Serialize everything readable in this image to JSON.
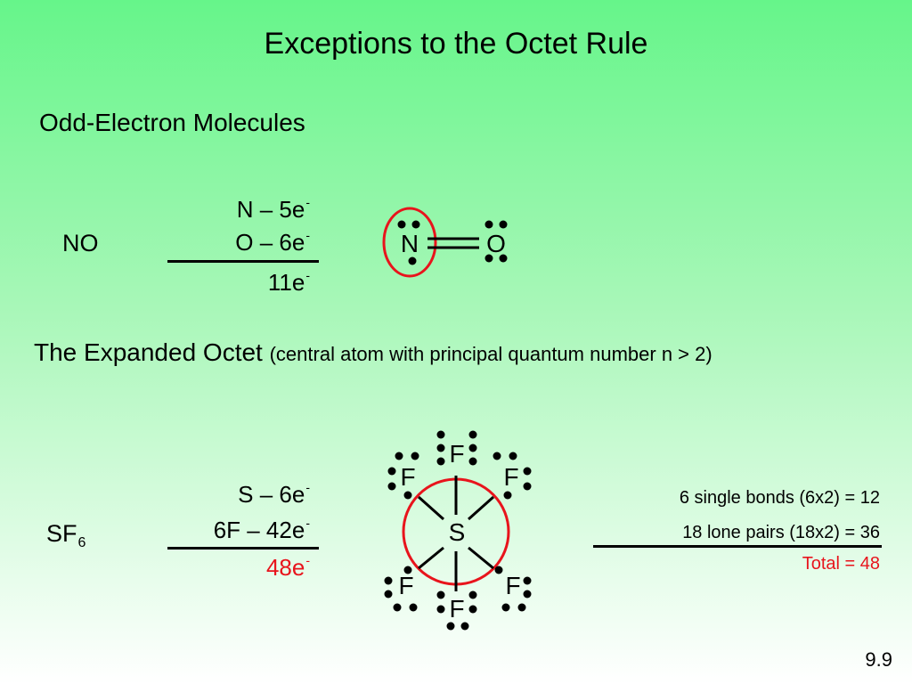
{
  "slide": {
    "title": "Exceptions to the Octet Rule",
    "page_number": "9.9"
  },
  "section1": {
    "heading": "Odd-Electron Molecules",
    "molecule": "NO",
    "calc": {
      "line1": "N – 5e",
      "line2": "O – 6e",
      "total": "11e",
      "electron_sup": "-"
    },
    "lewis": {
      "atom1": "N",
      "atom2": "O"
    }
  },
  "section2": {
    "heading": "The Expanded Octet",
    "note": "(central atom with principal quantum number n > 2)",
    "molecule_base": "SF",
    "molecule_sub": "6",
    "calc": {
      "line1": "S – 6e",
      "line2": "6F – 42e",
      "total": "48e",
      "electron_sup": "-"
    },
    "lewis": {
      "central": "S",
      "ligand": "F"
    },
    "summary": {
      "bonds": "6 single bonds (6x2) = 12",
      "lone_pairs": "18 lone pairs (18x2) = 36",
      "total": "Total = 48"
    }
  },
  "colors": {
    "highlight": "#e8141c",
    "background_top": "#66f58a",
    "background_bottom": "#ffffff"
  }
}
